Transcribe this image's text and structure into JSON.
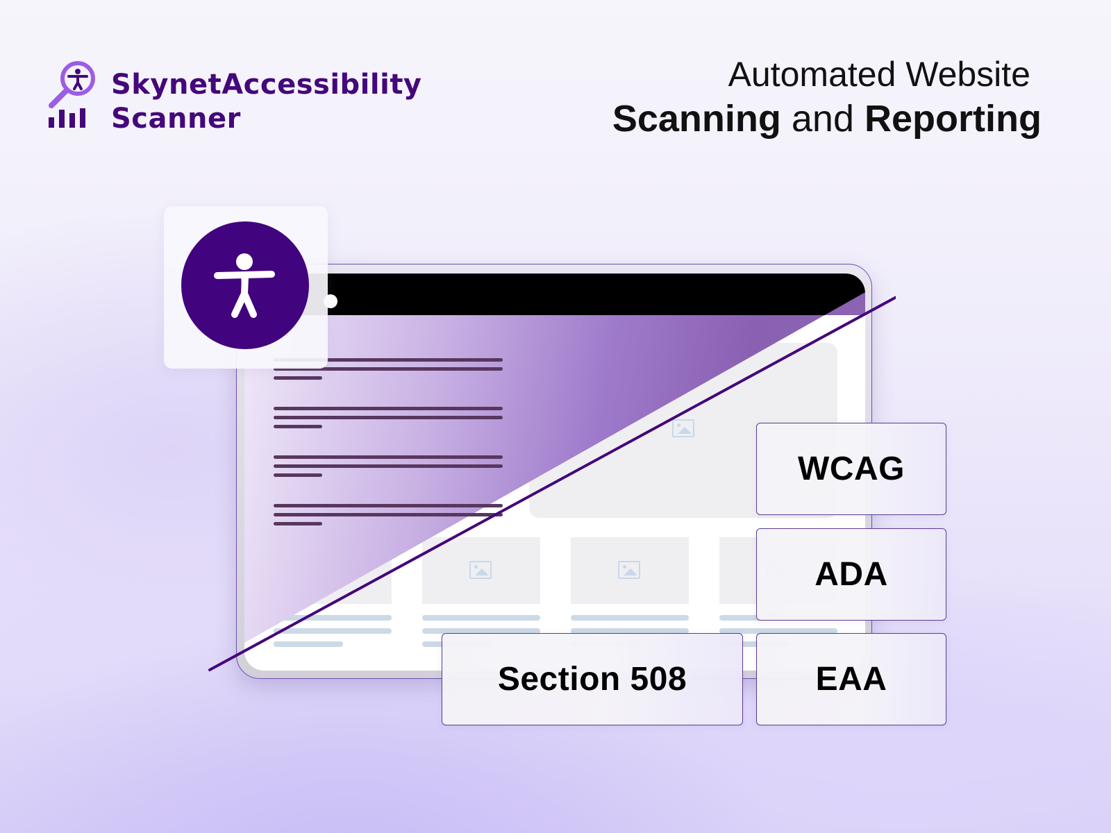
{
  "brand": {
    "name_line1": "SkynetAccessibility",
    "name_line2": "Scanner",
    "color": "#44087a",
    "accent": "#9b5de5",
    "icon": "magnifier-accessibility-bars-icon"
  },
  "headline": {
    "line1": "Automated Website",
    "line2_bold1": "Scanning",
    "line2_regular": "and",
    "line2_bold2": "Reporting"
  },
  "illustration": {
    "accessibility_badge": {
      "icon": "accessibility-person-icon",
      "color": "#42037e"
    },
    "browser": {
      "bar_color": "#000000",
      "overlay_gradient": [
        "#f1eafa",
        "#8a61b2"
      ],
      "image_placeholder_icon": "image-icon",
      "text_groups": 4,
      "cards": 4
    }
  },
  "standards": [
    {
      "label": "WCAG"
    },
    {
      "label": "ADA"
    },
    {
      "label": "Section 508"
    },
    {
      "label": "EAA"
    }
  ]
}
